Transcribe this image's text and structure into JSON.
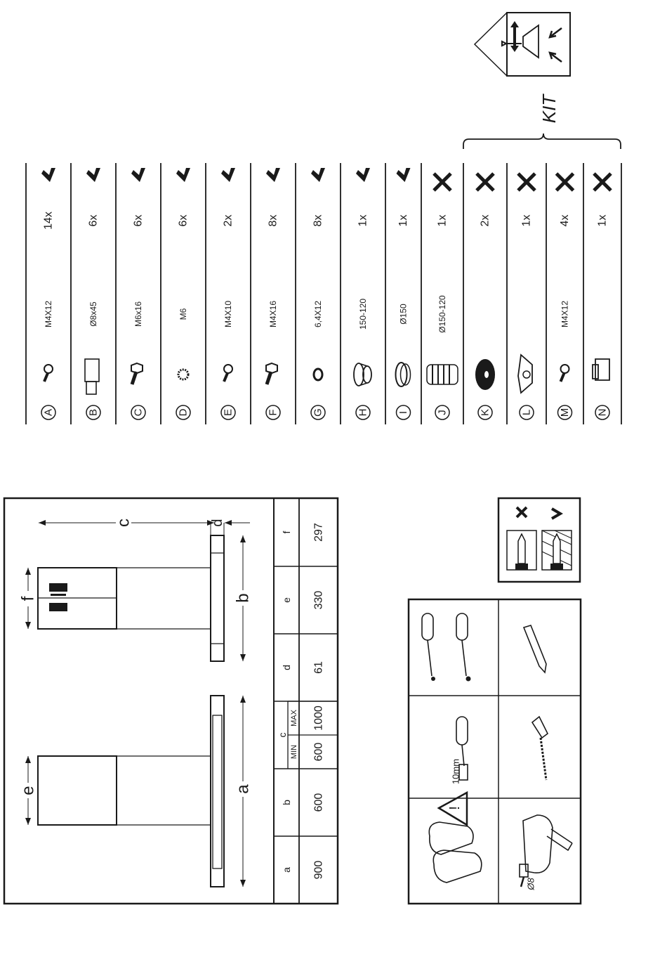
{
  "parts": {
    "kit_label": "KIT",
    "rows": [
      {
        "letter": "A",
        "size": "M4X12",
        "qty": "14x",
        "status": "included",
        "icon": "screw-icon"
      },
      {
        "letter": "B",
        "size": "Ø8x45",
        "qty": "6x",
        "status": "included",
        "icon": "wall-plug-bolt-icon"
      },
      {
        "letter": "C",
        "size": "M6x16",
        "qty": "6x",
        "status": "included",
        "icon": "hex-bolt-icon"
      },
      {
        "letter": "D",
        "size": "M6",
        "qty": "6x",
        "status": "included",
        "icon": "lock-washer-icon"
      },
      {
        "letter": "E",
        "size": "M4X10",
        "qty": "2x",
        "status": "included",
        "icon": "screw-icon"
      },
      {
        "letter": "F",
        "size": "M4X16",
        "qty": "8x",
        "status": "included",
        "icon": "hex-bolt-icon"
      },
      {
        "letter": "G",
        "size": "6,4X12",
        "qty": "8x",
        "status": "included",
        "icon": "washer-icon"
      },
      {
        "letter": "H",
        "size": "150-120",
        "qty": "1x",
        "status": "included",
        "icon": "reducer-flange-icon"
      },
      {
        "letter": "I",
        "size": "Ø150",
        "qty": "1x",
        "status": "included",
        "icon": "ring-flange-icon"
      },
      {
        "letter": "J",
        "size": "Ø150-120",
        "qty": "1x",
        "status": "not-included",
        "icon": "flexible-duct-icon"
      },
      {
        "letter": "K",
        "size": "",
        "qty": "2x",
        "status": "not-included",
        "icon": "filter-icon"
      },
      {
        "letter": "L",
        "size": "",
        "qty": "1x",
        "status": "not-included",
        "icon": "deflector-icon"
      },
      {
        "letter": "M",
        "size": "M4X12",
        "qty": "4x",
        "status": "not-included",
        "icon": "screw-icon"
      },
      {
        "letter": "N",
        "size": "",
        "qty": "1x",
        "status": "not-included",
        "icon": "connector-clip-icon"
      }
    ]
  },
  "dimensions": {
    "labels": {
      "a": "a",
      "b": "b",
      "c": "c",
      "d": "d",
      "e": "e",
      "f": "f"
    },
    "table": {
      "a": "900",
      "b": "600",
      "c_min_label": "MIN",
      "c_max_label": "MAX",
      "c_min": "600",
      "c_max": "1000",
      "d": "61",
      "e": "330",
      "f": "297"
    }
  },
  "tools": {
    "screwdriver_size": "10mm",
    "drill_bit": "Ø8"
  },
  "colors": {
    "ink": "#1a1a1a",
    "background": "#ffffff"
  }
}
